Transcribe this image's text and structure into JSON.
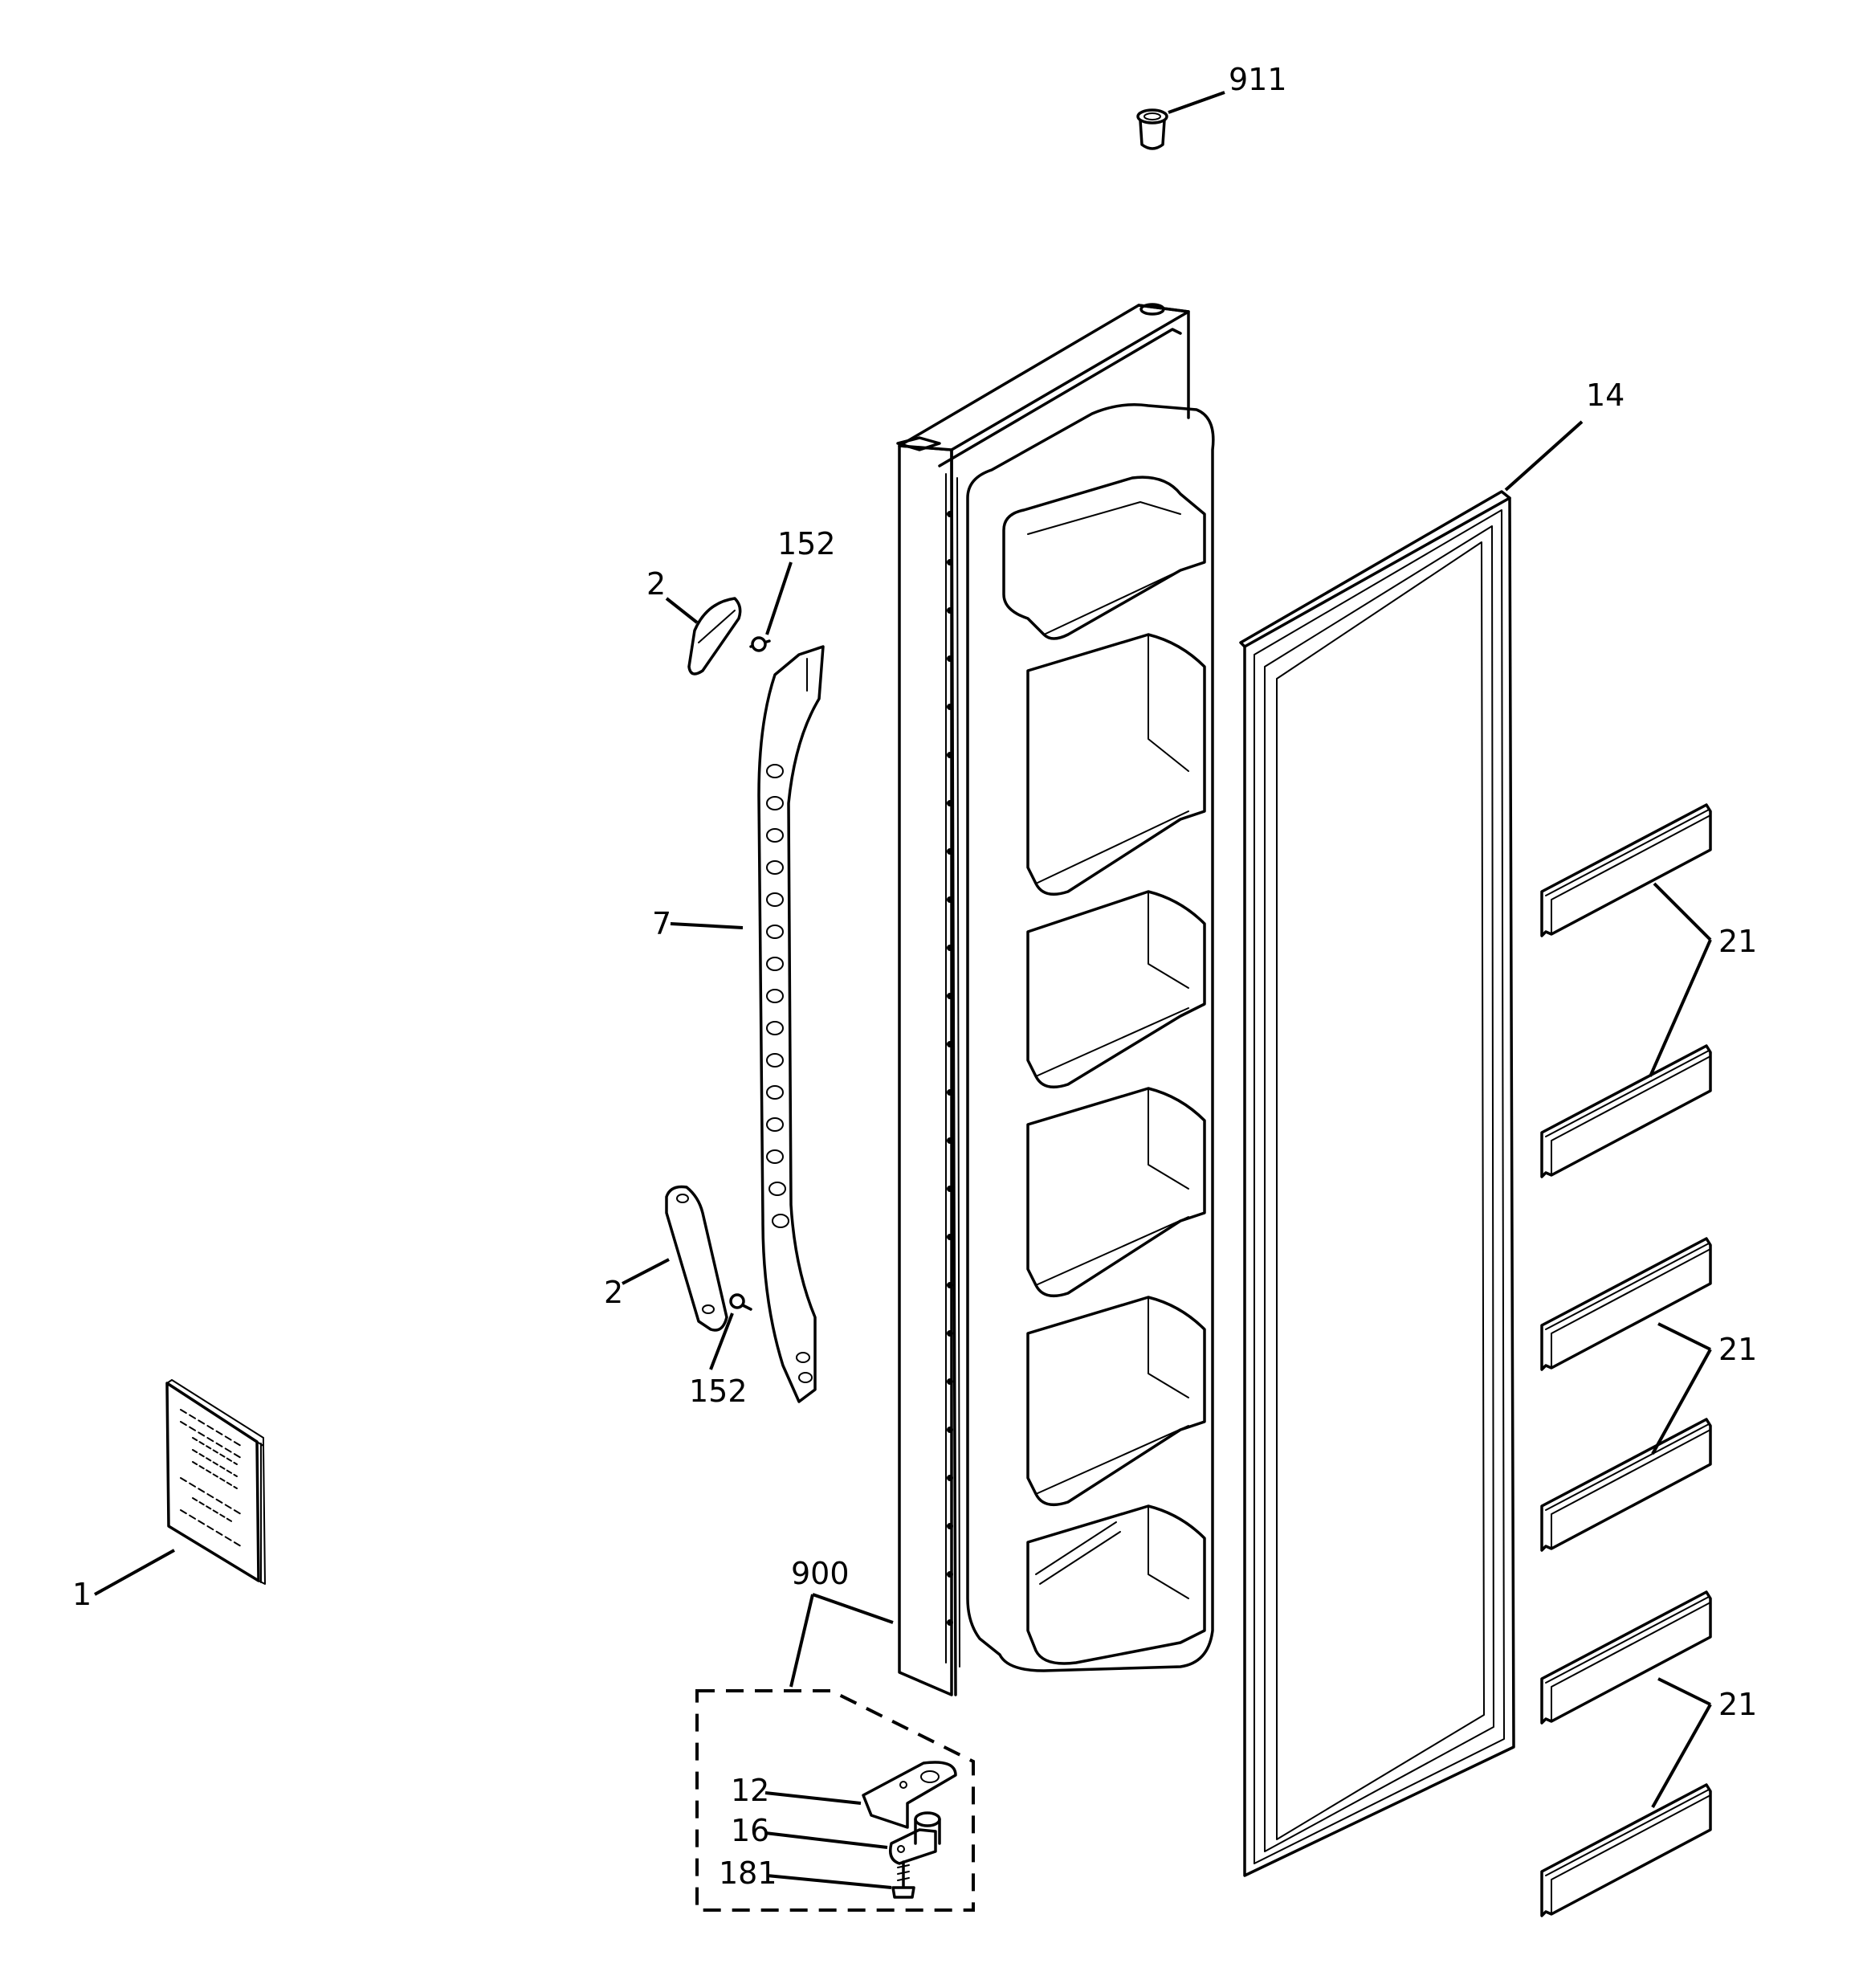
{
  "callouts": {
    "c911": "911",
    "c14": "14",
    "c152_top": "152",
    "c2_top": "2",
    "c7": "7",
    "c21_a": "21",
    "c21_b": "21",
    "c21_c": "21",
    "c2_bottom": "2",
    "c152_bottom": "152",
    "c1": "1",
    "c900": "900",
    "c12": "12",
    "c16": "16",
    "c181": "181"
  },
  "colors": {
    "line": "#000000",
    "background": "#ffffff"
  }
}
